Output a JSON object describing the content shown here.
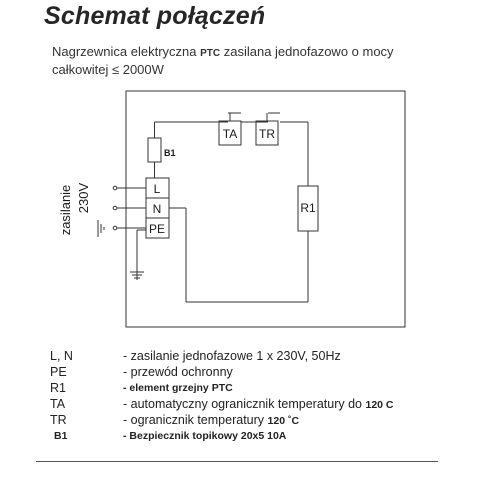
{
  "title": "Schemat połączeń",
  "subtitle": {
    "before": "Nagrzewnica elektryczna ",
    "bold": "PTC",
    "after": " zasilana jednofazowo o mocy całkowitej ≤ 2000W"
  },
  "diagram": {
    "supply_label": "zasilanie",
    "voltage_label": "230V",
    "terminal_L": "L",
    "terminal_N": "N",
    "terminal_PE": "PE",
    "fuse_label": "B1",
    "ta_label": "TA",
    "tr_label": "TR",
    "heater_label": "R1"
  },
  "legend": [
    {
      "code": "L, N",
      "desc": "- zasilanie jednofazowe 1 x 230V, 50Hz"
    },
    {
      "code": "PE",
      "desc": "- przewód ochronny"
    },
    {
      "code": "R1",
      "desc": "- element grzejny PTC",
      "bold_desc": true
    },
    {
      "code": "TA",
      "desc": "- automatyczny ogranicznik temperatury do",
      "emphasis": "120 C"
    },
    {
      "code": "TR",
      "desc": "- ogranicznik temperatury",
      "emphasis": "120 ˚C"
    },
    {
      "code": "B1",
      "desc": "- Bezpiecznik topikowy  20x5   10A",
      "bold_all": true
    }
  ]
}
